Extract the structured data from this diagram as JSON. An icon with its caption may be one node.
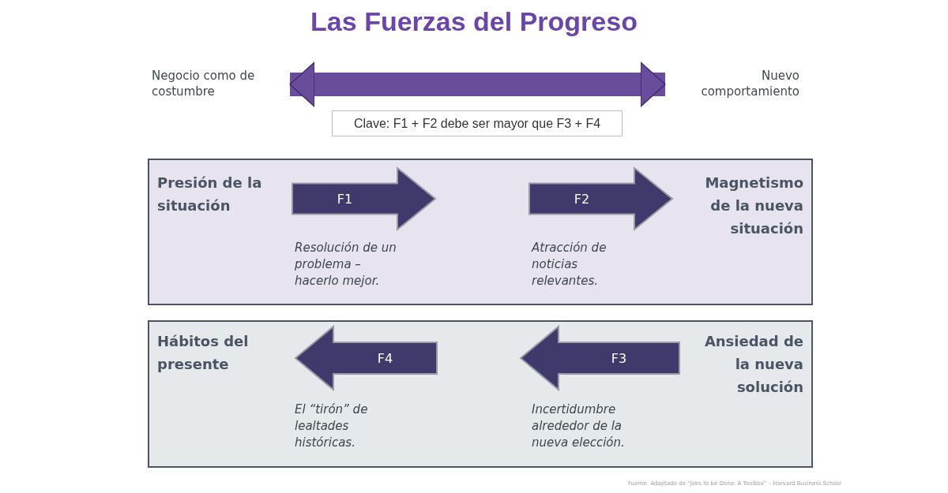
{
  "diagram": {
    "title": "Las Fuerzas del Progreso",
    "nodes": [
      {
        "text": [
          "Negocio como de costumbre"
        ]
      },
      {
        "text": [
          "Nuevo comportamiento"
        ]
      },
      {
        "text": [
          "Clave: F1 + F2 debe ser mayor que F3 + F4"
        ]
      },
      {
        "text": [],
        "shape": "box"
      },
      {
        "text": [
          "Presión de la situación"
        ],
        "in": 3
      },
      {
        "text": [
          "F1"
        ],
        "in": 3,
        "beside": [
          "Resolución de un problema – hacerlo mejor."
        ]
      },
      {
        "text": [
          "F2"
        ],
        "in": 3,
        "beside": [
          "Atracción de noticias relevantes."
        ]
      },
      {
        "text": [
          "Magnetismo de la nueva situación"
        ],
        "in": 3
      },
      {
        "text": [],
        "shape": "box"
      },
      {
        "text": [
          "Hábitos del presente"
        ],
        "in": 8
      },
      {
        "text": [
          "F4"
        ],
        "in": 8,
        "beside": [
          "El “tirón” de lealtades históricas."
        ]
      },
      {
        "text": [
          "F3"
        ],
        "in": 8,
        "beside": [
          "Incertidumbre alrededor de la nueva elección."
        ]
      },
      {
        "text": [
          "Ansiedad de la nueva solución"
        ],
        "in": 8
      }
    ],
    "edges": [
      {
        "from": 0,
        "to": 1,
        "arrow": "both",
        "color": "#6a4c9c"
      }
    ],
    "labels": [
      "Fuente: Adaptado de “Jobs to be Done: A Toolbox” – Harvard Business School"
    ]
  }
}
